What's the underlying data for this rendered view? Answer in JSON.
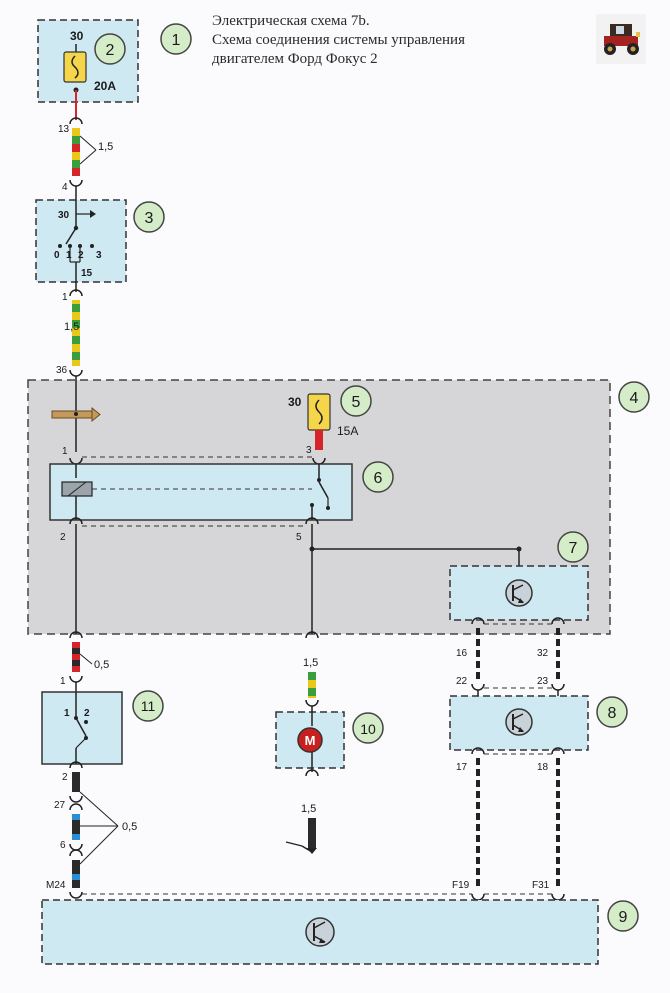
{
  "title_lines": [
    "Электрическая схема 7b.",
    "Схема соединения системы управления",
    "двигателем Форд Фокус 2"
  ],
  "callouts": [
    "1",
    "2",
    "3",
    "4",
    "5",
    "6",
    "7",
    "8",
    "9",
    "10",
    "11"
  ],
  "fuse_main": {
    "terminal": "30",
    "rating": "20A"
  },
  "fuse_5": {
    "terminal": "30",
    "rating": "15A"
  },
  "ignition_switch": {
    "terminal_in": "30",
    "positions": [
      "0",
      "1",
      "2",
      "3"
    ],
    "terminal_out": "15"
  },
  "switch_11": {
    "positions": [
      "1",
      "2"
    ]
  },
  "motor_label": "M",
  "pins": {
    "p13": "13",
    "p4": "4",
    "p1a": "1",
    "p36": "36",
    "p1b": "1",
    "p3": "3",
    "p2a": "2",
    "p5": "5",
    "p1c": "1",
    "p2b": "2",
    "p27": "27",
    "p6": "6",
    "pM24": "M24",
    "p16": "16",
    "p32": "32",
    "p22": "22",
    "p23": "23",
    "p17": "17",
    "p18": "18",
    "pF19": "F19",
    "pF31": "F31"
  },
  "wire_sizes": {
    "top": "1,5",
    "mid": "1,5",
    "left_upper": "0,5",
    "left_lower": "0,5",
    "motor_in": "1,5",
    "motor_out": "1,5"
  },
  "colors": {
    "box_fill": "#cfe9f3",
    "gray_box": "#d6d6d8",
    "callout_fill": "#d4ecc8",
    "wire_red": "#d6252a",
    "wire_yellow": "#e9c81a",
    "wire_green": "#3a9e3c",
    "wire_black": "#2a2a2a",
    "wire_blue": "#2b8fd4",
    "motor_red": "#c8201e"
  }
}
